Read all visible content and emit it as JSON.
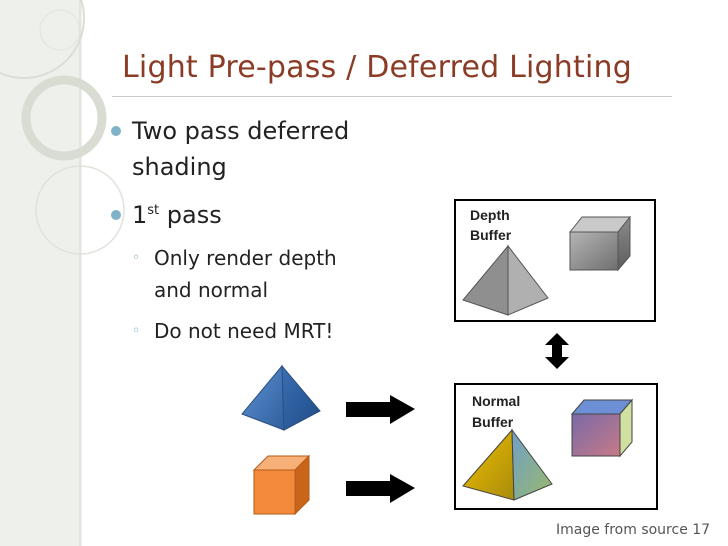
{
  "slide": {
    "title": "Light Pre-pass / Deferred Lighting",
    "bullets": [
      {
        "line1": "Two pass deferred",
        "line2": "shading"
      },
      {
        "main": "1",
        "sup": "st",
        "rest": " pass"
      }
    ],
    "sub_bullets": [
      {
        "line1": "Only render depth",
        "line2": "and normal"
      },
      {
        "line1": "Do not need MRT!"
      }
    ],
    "diagram": {
      "depth_buffer_label": [
        "Depth",
        "Buffer"
      ],
      "normal_buffer_label": [
        "Normal",
        "Buffer"
      ]
    },
    "caption": "Image from source 17"
  }
}
